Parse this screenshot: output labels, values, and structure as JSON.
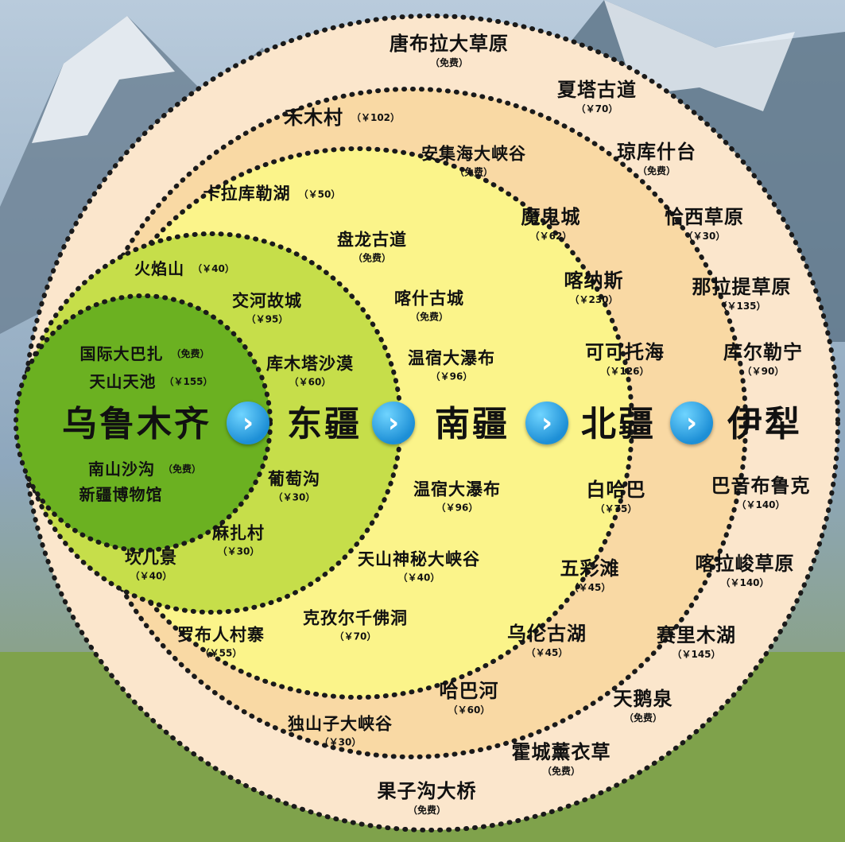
{
  "colors": {
    "ring_yili": "#fbe6cc",
    "ring_north": "#f9d9a4",
    "ring_south": "#fbf48a",
    "ring_east": "#c6de4a",
    "core": "#6bb121",
    "dots": "#1a1a1a",
    "arrow": "#1d8fd6"
  },
  "zones": {
    "urumqi": "乌鲁木齐",
    "east": "东疆",
    "south": "南疆",
    "north": "北疆",
    "yili": "伊犁"
  },
  "arrows": [
    {
      "icon": "chevron-right-icon",
      "glyph": "›"
    },
    {
      "icon": "chevron-right-icon",
      "glyph": "›"
    },
    {
      "icon": "chevron-right-icon",
      "glyph": "›"
    },
    {
      "icon": "chevron-right-icon",
      "glyph": "›"
    }
  ],
  "urumqi_spots": [
    {
      "name": "国际大巴扎",
      "price": "（免费）"
    },
    {
      "name": "天山天池",
      "price": "（￥155）"
    },
    {
      "name": "南山沙沟",
      "price": "（免费）"
    },
    {
      "name": "新疆博物馆",
      "price": ""
    }
  ],
  "east_spots": [
    {
      "name": "火焰山",
      "price": "（￥40）"
    },
    {
      "name": "交河故城",
      "price": "（￥95）"
    },
    {
      "name": "库木塔沙漠",
      "price": "（￥60）"
    },
    {
      "name": "葡萄沟",
      "price": "（￥30）"
    },
    {
      "name": "麻扎村",
      "price": "（￥30）"
    },
    {
      "name": "坎儿景",
      "price": "（￥40）"
    }
  ],
  "south_spots": [
    {
      "name": "卡拉库勒湖",
      "price": "（￥50）"
    },
    {
      "name": "盘龙古道",
      "price": "（免费）"
    },
    {
      "name": "喀什古城",
      "price": "（免费）"
    },
    {
      "name": "温宿大瀑布",
      "price": "（￥96）"
    },
    {
      "name": "温宿大瀑布",
      "price": "（￥96）"
    },
    {
      "name": "天山神秘大峡谷",
      "price": "（￥40）"
    },
    {
      "name": "克孜尔千佛洞",
      "price": "（￥70）"
    },
    {
      "name": "罗布人村寨",
      "price": "（￥55）"
    }
  ],
  "north_spots": [
    {
      "name": "禾木村",
      "price": "（￥102）"
    },
    {
      "name": "安集海大峡谷",
      "price": "（免费）"
    },
    {
      "name": "魔鬼城",
      "price": "（￥62）"
    },
    {
      "name": "喀纳斯",
      "price": "（￥230）"
    },
    {
      "name": "可可托海",
      "price": "（￥126）"
    },
    {
      "name": "白哈巴",
      "price": "（￥75）"
    },
    {
      "name": "五彩滩",
      "price": "（￥45）"
    },
    {
      "name": "乌伦古湖",
      "price": "（￥45）"
    },
    {
      "name": "哈巴河",
      "price": "（￥60）"
    },
    {
      "name": "独山子大峡谷",
      "price": "（￥30）"
    }
  ],
  "yili_spots": [
    {
      "name": "唐布拉大草原",
      "price": "（免费）"
    },
    {
      "name": "夏塔古道",
      "price": "（￥70）"
    },
    {
      "name": "琼库什台",
      "price": "（免费）"
    },
    {
      "name": "恰西草原",
      "price": "（￥30）"
    },
    {
      "name": "那拉提草原",
      "price": "（￥135）"
    },
    {
      "name": "库尔勒宁",
      "price": "（￥90）"
    },
    {
      "name": "巴音布鲁克",
      "price": "（￥140）"
    },
    {
      "name": "喀拉峻草原",
      "price": "（￥140）"
    },
    {
      "name": "赛里木湖",
      "price": "（￥145）"
    },
    {
      "name": "天鹅泉",
      "price": "（免费）"
    },
    {
      "name": "霍城薰衣草",
      "price": "（免费）"
    },
    {
      "name": "果子沟大桥",
      "price": "（免费）"
    }
  ]
}
